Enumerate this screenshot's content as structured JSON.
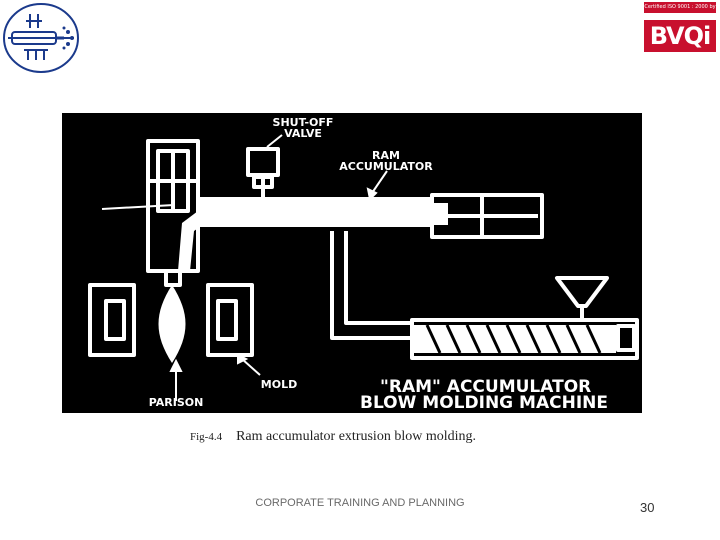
{
  "logo_right": {
    "cert_text": "Certified ISO 9001 : 2000 by",
    "mark_text": "BVQi"
  },
  "diagram": {
    "label_shutoff_valve": "SHUT-OFF\nVALVE",
    "label_ram_accumulator": "RAM\nACCUMULATOR",
    "label_parison": "PARISON",
    "label_mold": "MOLD",
    "title_line1": "\"RAM\" ACCUMULATOR",
    "title_line2": "BLOW MOLDING MACHINE"
  },
  "caption": {
    "fig_number": "Fig-4.4",
    "text": "Ram accumulator extrusion blow molding."
  },
  "footer": {
    "org_text": "CORPORATE TRAINING AND PLANNING",
    "page_number": "30"
  },
  "colors": {
    "brand_red": "#c8102e",
    "logo_blue": "#1b3a8c",
    "figure_bg": "#000000"
  }
}
